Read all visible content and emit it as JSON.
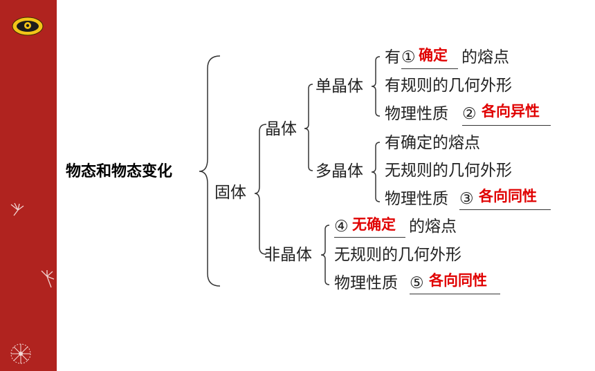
{
  "title": "物态和物态变化",
  "solid": "固体",
  "crystal": "晶体",
  "single_crystal": {
    "label": "单晶体",
    "line1_prefix": "有",
    "line1_num": "①",
    "line1_answer": "确定",
    "line1_suffix": "的熔点",
    "line2": "有规则的几何外形",
    "line3_prefix": "物理性质",
    "line3_num": "②",
    "line3_answer": "各向异性"
  },
  "poly_crystal": {
    "label": "多晶体",
    "line1": "有确定的熔点",
    "line2": "无规则的几何外形",
    "line3_prefix": "物理性质",
    "line3_num": "③",
    "line3_answer": "各向同性"
  },
  "amorphous": {
    "label": "非晶体",
    "line1_num": "④",
    "line1_answer": "无确定",
    "line1_suffix": "的熔点",
    "line2": "无规则的几何外形",
    "line3_prefix": "物理性质",
    "line3_num": "⑤",
    "line3_answer": "各向同性"
  },
  "colors": {
    "sidebar": "#b0231f",
    "answer": "#e00000",
    "text": "#222222"
  }
}
